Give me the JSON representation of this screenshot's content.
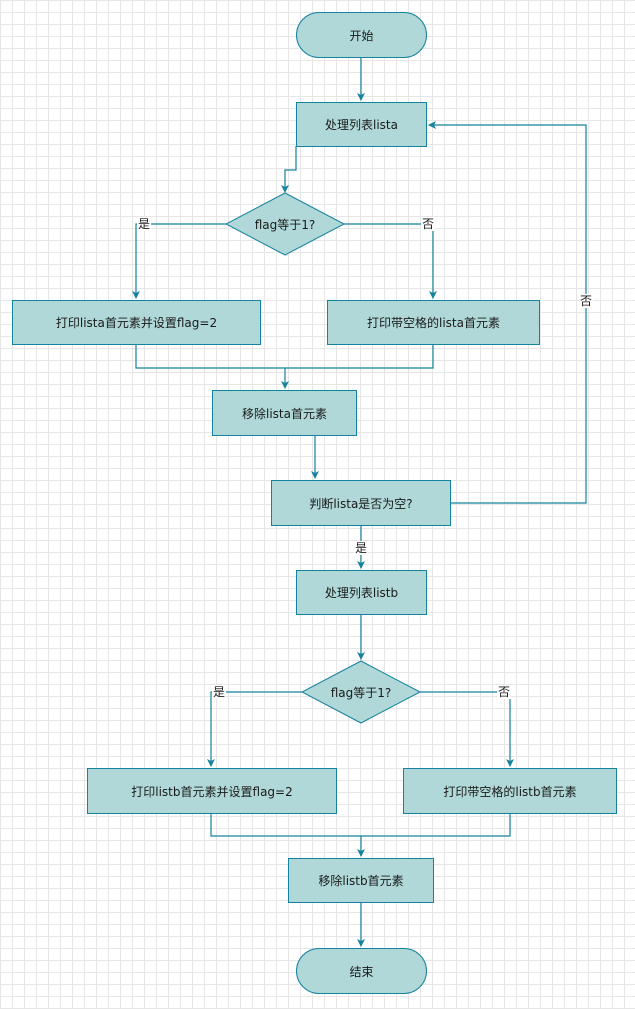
{
  "nodes": {
    "start": "开始",
    "process_lista": "处理列表lista",
    "decision_a": "flag等于1?",
    "print_a_yes": "打印lista首元素并设置flag=2",
    "print_a_no": "打印带空格的lista首元素",
    "remove_a": "移除lista首元素",
    "check_empty": "判断lista是否为空?",
    "process_listb": "处理列表listb",
    "decision_b": "flag等于1?",
    "print_b_yes": "打印listb首元素并设置flag=2",
    "print_b_no": "打印带空格的listb首元素",
    "remove_b": "移除listb首元素",
    "end": "结束"
  },
  "edge_labels": {
    "a_yes": "是",
    "a_no": "否",
    "loop_no": "否",
    "empty_yes": "是",
    "b_yes": "是",
    "b_no": "否"
  },
  "colors": {
    "node_fill": "#b0d8d8",
    "node_stroke": "#15829e",
    "edge": "#15829e"
  }
}
